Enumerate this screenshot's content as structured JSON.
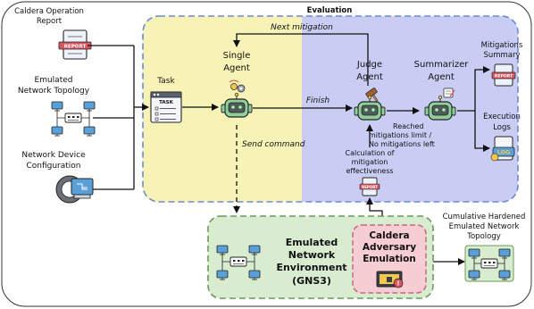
{
  "labels": {
    "evaluation": "Evaluation",
    "caldera_report_l1": "Caldera Operation",
    "caldera_report_l2": "Report",
    "emulated_topology_l1": "Emulated",
    "emulated_topology_l2": "Network Topology",
    "device_config_l1": "Network Device",
    "device_config_l2": "Configuration",
    "task": "Task",
    "single_agent_l1": "Single",
    "single_agent_l2": "Agent",
    "judge_agent_l1": "Judge",
    "judge_agent_l2": "Agent",
    "summarizer_agent_l1": "Summarizer",
    "summarizer_agent_l2": "Agent",
    "mitigations_summary_l1": "Mitigations",
    "mitigations_summary_l2": "Summary",
    "execution_logs_l1": "Execution",
    "execution_logs_l2": "Logs",
    "next_mitigation": "Next mitigation",
    "finish": "Finish",
    "send_command": "Send command",
    "reached_l1": "Reached",
    "reached_l2": "mitigations limit /",
    "reached_l3": "No mitigations left",
    "calc_l1": "Calculation of",
    "calc_l2": "mitigation",
    "calc_l3": "effectiveness",
    "env_l1": "Emulated",
    "env_l2": "Network",
    "env_l3": "Environment",
    "env_l4": "(GNS3)",
    "adv_l1": "Caldera",
    "adv_l2": "Adversary",
    "adv_l3": "Emulation",
    "hardened_l1": "Cumulative Hardened",
    "hardened_l2": "Emulated Network",
    "hardened_l3": "Topology",
    "report_tag": "REPORT",
    "task_tag": "TASK",
    "log_tag": "LOG"
  },
  "colors": {
    "eval_yellow": "#f7f3b6",
    "eval_blue": "#c9cdf4",
    "eval_border": "#6b8ad6",
    "env_fill": "#d8ecd0",
    "env_border": "#6b9a5a",
    "adv_fill": "#f6cdd2",
    "adv_border": "#cc6a7a",
    "robot_green": "#8fcf9b",
    "report_red": "#d9555f",
    "screen_blue": "#5aa0d8"
  }
}
